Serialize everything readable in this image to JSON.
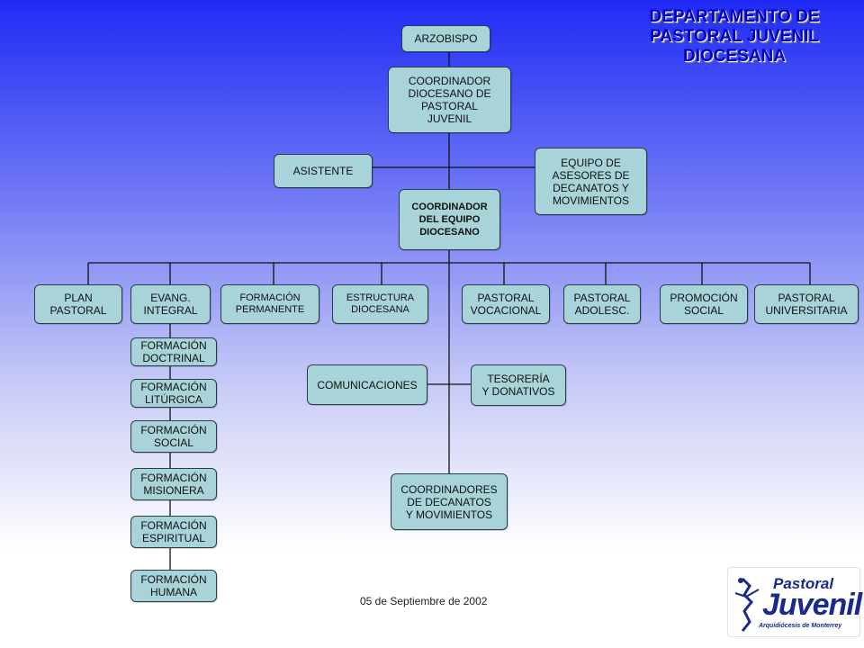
{
  "title": "DEPARTAMENTO DE\nPASTORAL JUVENIL\nDIOCESANA",
  "date": "05 de Septiembre de 2002",
  "logo": {
    "line1": "Pastoral",
    "line2": "Juvenil",
    "line3": "Arquidiócesis de Monterrey"
  },
  "colors": {
    "node_fill": "#a7d3d9",
    "node_border": "#2a3b4a",
    "title": "#0000cc",
    "background_top": "#1f2bf5"
  },
  "nodes": {
    "arzobispo": "ARZOBISPO",
    "coordinador_diocesano": "COORDINADOR\nDIOCESANO DE\nPASTORAL\nJUVENIL",
    "asistente": "ASISTENTE",
    "equipo_asesores": "EQUIPO DE\nASESORES DE\nDECANATOS Y\nMOVIMIENTOS",
    "coordinador_equipo": "COORDINADOR\nDEL EQUIPO\nDIOCESANO",
    "plan_pastoral": "PLAN\nPASTORAL",
    "evang_integral": "EVANG.\nINTEGRAL",
    "formacion_permanente": "FORMACIÓN\nPERMANENTE",
    "estructura_diocesana": "ESTRUCTURA\nDIOCESANA",
    "pastoral_vocacional": "PASTORAL\nVOCACIONAL",
    "pastoral_adolesc": "PASTORAL\nADOLESC.",
    "promocion_social": "PROMOCIÓN\nSOCIAL",
    "pastoral_universitaria": "PASTORAL\nUNIVERSITARIA",
    "formacion_doctrinal": "FORMACIÓN\nDOCTRINAL",
    "formacion_liturgica": "FORMACIÓN\nLITÚRGICA",
    "formacion_social": "FORMACIÓN\nSOCIAL",
    "formacion_misionera": "FORMACIÓN\nMISIONERA",
    "formacion_espiritual": "FORMACIÓN\nESPIRITUAL",
    "formacion_humana": "FORMACIÓN\nHUMANA",
    "comunicaciones": "COMUNICACIONES",
    "tesoreria": "TESORERÍA\nY DONATIVOS",
    "coordinadores_decanatos": "COORDINADORES\nDE DECANATOS\nY MOVIMIENTOS"
  }
}
